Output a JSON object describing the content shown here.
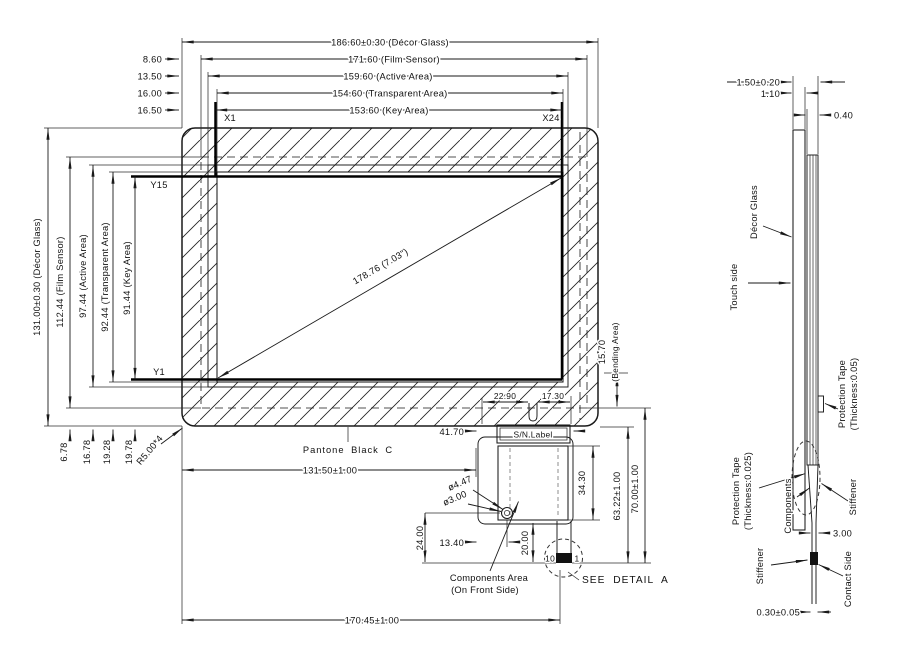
{
  "colors": {
    "line": "#1a1a1a",
    "background": "#ffffff",
    "stiffener_fill": "#111111"
  },
  "front_view": {
    "top_dims": [
      "186.60±0.30 (Décor Glass)",
      "171.60 (Film Sensor)",
      "159.60 (Active Area)",
      "154.60 (Transparent Area)",
      "153.60 (Key Area)"
    ],
    "top_offsets": [
      "8.60",
      "13.50",
      "16.00",
      "16.50"
    ],
    "left_dims": [
      "131.00±0.30 (Décor Glass)",
      "112.44 (Film Sensor)",
      "97.44 (Active Area)",
      "92.44 (Transparent Area)",
      "91.44 (Key Area)"
    ],
    "bottom_offsets": [
      "6.78",
      "16.78",
      "19.28",
      "19.78"
    ],
    "corner_radius": "R5.00*4",
    "x_first": "X1",
    "x_last": "X24",
    "y_top": "Y15",
    "y_bottom": "Y1",
    "diagonal": "178.76 (7.03\")",
    "bending_value": "15.70",
    "bending_label": "(Bending Area)",
    "color_note": "Pantone Black C",
    "dim_41_70": "41.70",
    "dim_22_90": "22.90",
    "dim_17_30": "17.30",
    "sn_label": "S/N Label",
    "dim_34_30": "34.30",
    "dim_63_22": "63.22±1.00",
    "dim_70_00": "70.00±1.00",
    "dia_large": "ø4.47",
    "dia_small": "ø3.00",
    "dim_13_40": "13.40",
    "dim_24_00": "24.00",
    "dim_20_00": "20.00",
    "detail_num_left": "10",
    "detail_num_right": "1",
    "see_detail": "SEE DETAIL A",
    "components_area_1": "Components Area",
    "components_area_2": "(On Front Side)",
    "dim_131_50": "131.50±1.00",
    "dim_170_45": "170.45±1.00"
  },
  "side_view": {
    "dim_total": "1.50±0.20",
    "dim_glass": "1.10",
    "dim_film": "0.40",
    "label_glass": "Décor Glass",
    "label_touch": "Touch side",
    "tape_upper_1": "Protection Tape",
    "tape_upper_2": "(Thickness:0.05)",
    "tape_lower_1": "Protection Tape",
    "tape_lower_2": "(Thickness:0.025)",
    "label_components": "Components",
    "stiffener_upper": "Stiffener",
    "stiffener_lower": "Stiffener",
    "dim_3_00": "3.00",
    "label_contact": "Contact Side",
    "dim_0_30": "0.30±0.05"
  }
}
